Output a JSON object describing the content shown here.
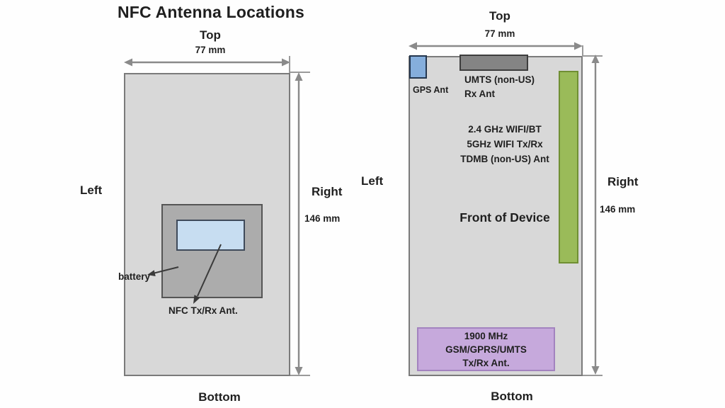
{
  "title": "NFC Antenna Locations",
  "colors": {
    "text": "#1f1f1f",
    "arrow": "#8a8a8a",
    "pointer": "#3a3a3a",
    "ext": "#9a9a9a",
    "phone_fill": "#d8d8d8",
    "phone_border": "#7a7a7a",
    "battery_fill": "#acacac",
    "battery_border": "#555555",
    "nfc_fill": "#c7ddf1",
    "nfc_border": "#3f4a5a",
    "gps_fill": "#85aedc",
    "gps_border": "#24364e",
    "umts_fill": "#848484",
    "umts_border": "#3d3d3d",
    "wifi_fill": "#9abb59",
    "wifi_border": "#6f8f33",
    "cell_fill": "#c6a9dc",
    "cell_border": "#a383bf"
  },
  "left_diagram": {
    "top_label": "Top",
    "width_dim": "77 mm",
    "left_label": "Left",
    "right_label": "Right",
    "height_dim": "146 mm",
    "bottom_label": "Bottom",
    "battery_label": "battery",
    "nfc_antenna_label": "NFC Tx/Rx Ant."
  },
  "right_diagram": {
    "top_label": "Top",
    "width_dim": "77 mm",
    "left_label": "Left",
    "right_label": "Right",
    "height_dim": "146 mm",
    "bottom_label": "Bottom",
    "gps_antenna_label": "GPS Ant",
    "umts_antenna_lines": [
      "UMTS (non-US)",
      "Rx Ant"
    ],
    "wifi_antenna_lines": [
      "2.4 GHz WIFI/BT",
      "5GHz WIFI Tx/Rx",
      "TDMB (non-US) Ant"
    ],
    "front_label": "Front of Device",
    "cellular_antenna_lines": [
      "1900 MHz",
      "GSM/GPRS/UMTS",
      "Tx/Rx Ant."
    ]
  }
}
